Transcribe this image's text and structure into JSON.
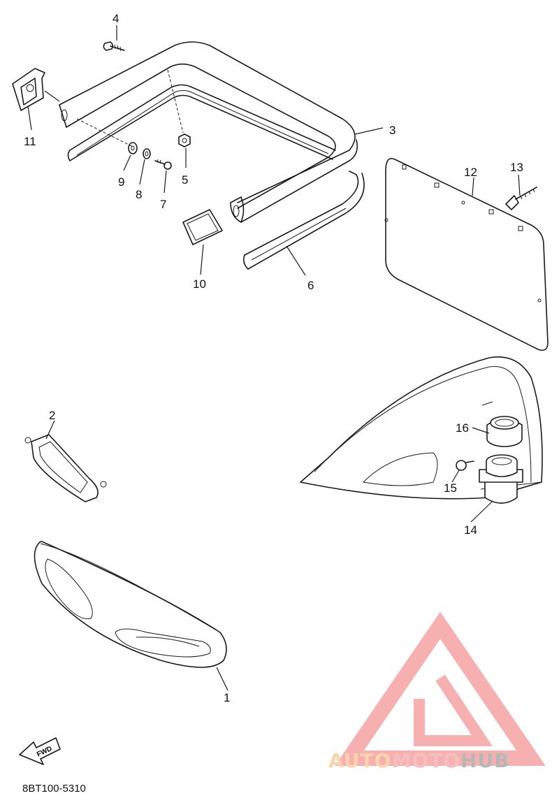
{
  "diagram": {
    "callouts": [
      {
        "id": "1",
        "label": "1"
      },
      {
        "id": "2",
        "label": "2"
      },
      {
        "id": "3",
        "label": "3"
      },
      {
        "id": "4",
        "label": "4"
      },
      {
        "id": "5",
        "label": "5"
      },
      {
        "id": "6",
        "label": "6"
      },
      {
        "id": "7",
        "label": "7"
      },
      {
        "id": "8",
        "label": "8"
      },
      {
        "id": "9",
        "label": "9"
      },
      {
        "id": "10",
        "label": "10"
      },
      {
        "id": "11",
        "label": "11"
      },
      {
        "id": "12",
        "label": "12"
      },
      {
        "id": "13",
        "label": "13"
      },
      {
        "id": "14",
        "label": "14"
      },
      {
        "id": "15",
        "label": "15"
      },
      {
        "id": "16",
        "label": "16"
      }
    ],
    "fwd_label": "FWD",
    "diagram_code": "8BT100-5310"
  },
  "watermark": {
    "part1": "AUTO",
    "part2": "MOTO",
    "part3": "HUB",
    "color_orange": "#f5b26b",
    "color_red": "#f08a8a",
    "color_gray": "#8c8c8c"
  }
}
